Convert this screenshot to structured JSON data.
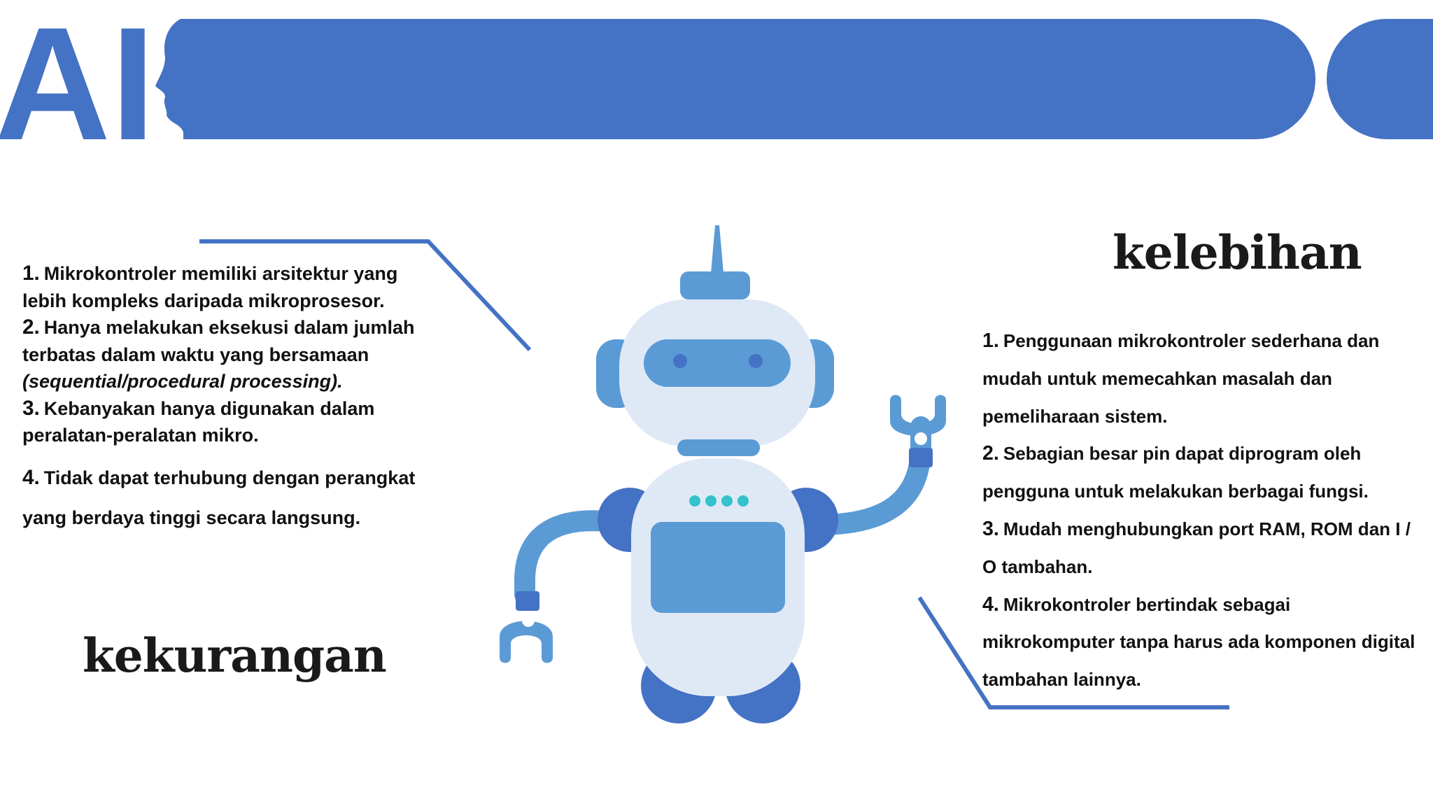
{
  "banner": {
    "logo_text": "AI",
    "color": "#4472c4"
  },
  "kekurangan": {
    "heading": "kekurangan",
    "items": [
      {
        "num": "1.",
        "text": "Mikrokontroler memiliki arsitektur yang",
        "text2": "lebih kompleks daripada mikroprosesor."
      },
      {
        "num": "2.",
        "text": "Hanya melakukan eksekusi dalam jumlah",
        "text2": "terbatas dalam waktu yang bersamaan",
        "text3": "(sequential/procedural processing)."
      },
      {
        "num": "3.",
        "text": "Kebanyakan hanya digunakan dalam",
        "text2": "peralatan-peralatan mikro."
      },
      {
        "num": "4.",
        "text": "Tidak dapat terhubung dengan perangkat",
        "text2": "yang berdaya tinggi secara langsung."
      }
    ]
  },
  "kelebihan": {
    "heading": "kelebihan",
    "items": [
      {
        "num": "1.",
        "text": "Penggunaan mikrokontroler sederhana dan",
        "text2": "mudah untuk memecahkan masalah dan",
        "text3": "pemeliharaan sistem."
      },
      {
        "num": "2.",
        "text": "Sebagian besar pin dapat diprogram oleh",
        "text2": "pengguna untuk melakukan berbagai fungsi."
      },
      {
        "num": "3.",
        "text": "Mudah menghubungkan port RAM, ROM dan I /",
        "text2": "O tambahan."
      },
      {
        "num": "4.",
        "text": "Mikrokontroler bertindak sebagai",
        "text2": "mikrokomputer tanpa harus ada komponen digital",
        "text3": "tambahan lainnya."
      }
    ]
  },
  "robot": {
    "icon": "robot-illustration",
    "colors": {
      "light": "#dfe9f6",
      "mid": "#5b9bd5",
      "dark": "#4472c4",
      "dots": "#33c3c9"
    }
  }
}
